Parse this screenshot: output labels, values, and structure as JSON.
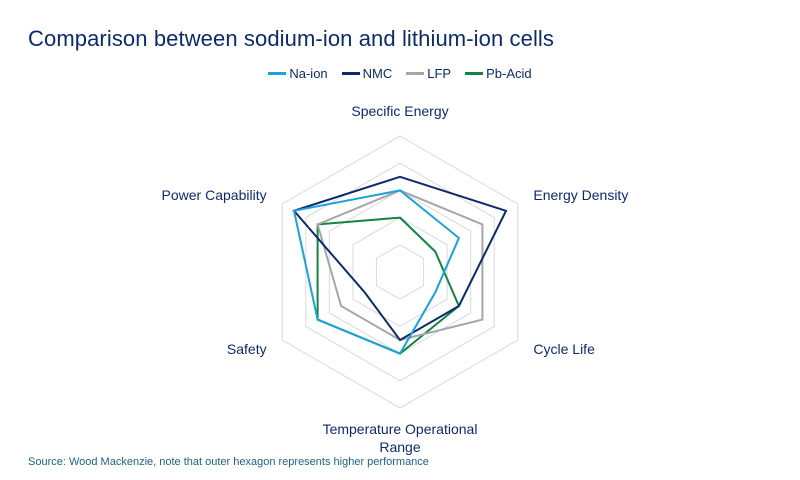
{
  "chart_data": {
    "type": "radar",
    "title": "Comparison between sodium-ion and lithium-ion cells",
    "axes": [
      [
        "Specific Energy"
      ],
      [
        "Energy Density"
      ],
      [
        "Cycle Life"
      ],
      [
        "Temperature Operational",
        "Range"
      ],
      [
        "Safety"
      ],
      [
        "Power Capability"
      ]
    ],
    "levels": 5,
    "max": 5,
    "grid": true,
    "legend_position": "top-center",
    "series": [
      {
        "name": "Na-ion",
        "color": "#1ba1dc",
        "values": [
          3,
          2.5,
          1.5,
          3,
          3.5,
          4.5
        ]
      },
      {
        "name": "NMC",
        "color": "#0d2a6b",
        "values": [
          3.5,
          4.5,
          2.5,
          2.5,
          1.5,
          4.5
        ]
      },
      {
        "name": "LFP",
        "color": "#a6a6a6",
        "values": [
          3,
          3.5,
          3.5,
          2.5,
          2.5,
          3.5
        ]
      },
      {
        "name": "Pb-Acid",
        "color": "#12843f",
        "values": [
          2,
          1.5,
          2.5,
          3,
          3.5,
          3.5
        ]
      }
    ]
  },
  "source": "Source: Wood Mackenzie, note that outer hexagon represents higher performance"
}
